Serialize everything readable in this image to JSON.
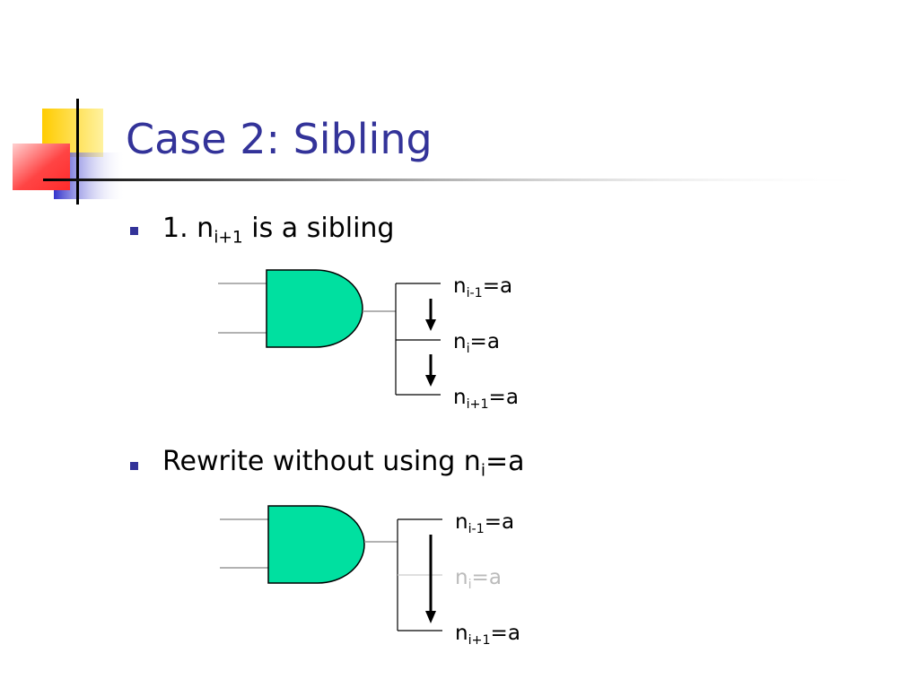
{
  "slide": {
    "title": "Case 2: Sibling"
  },
  "bullets": [
    {
      "prefix": "1. n",
      "sub": "i+1",
      "suffix": " is a sibling"
    },
    {
      "prefix": "Rewrite without using n",
      "sub": "i",
      "suffix": "=a"
    }
  ],
  "diagram1": {
    "labels": [
      {
        "base": "n",
        "sub": "i-1",
        "rest": "=a"
      },
      {
        "base": "n",
        "sub": "i",
        "rest": "=a"
      },
      {
        "base": "n",
        "sub": "i+1",
        "rest": "=a"
      }
    ]
  },
  "diagram2": {
    "labels": [
      {
        "base": "n",
        "sub": "i-1",
        "rest": "=a"
      },
      {
        "base": "n",
        "sub": "i",
        "rest": "=a"
      },
      {
        "base": "n",
        "sub": "i+1",
        "rest": "=a"
      }
    ]
  },
  "colors": {
    "title": "#333399",
    "bullet": "#333399",
    "gate_fill": "#00e0a0",
    "faded_text": "#bbbbbb",
    "deco_yellow": "#ffcc00",
    "deco_red": "#ff3333",
    "deco_blue": "#3333cc"
  }
}
